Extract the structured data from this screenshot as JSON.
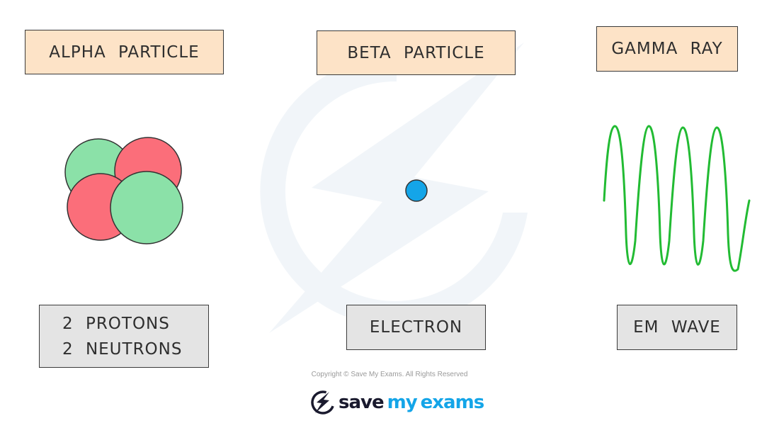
{
  "boxes": {
    "alpha_title": "ALPHA PARTICLE",
    "beta_title": "BETA PARTICLE",
    "gamma_title": "GAMMA RAY",
    "alpha_desc": [
      "2 PROTONS",
      "2 NEUTRONS"
    ],
    "beta_desc": "ELECTRON",
    "gamma_desc": "EM WAVE"
  },
  "footer": {
    "copyright": "Copyright © Save My Exams. All Rights Reserved",
    "brand": [
      "save",
      "my",
      "exams"
    ]
  },
  "colors": {
    "title_fill": "#fde3c7",
    "label_fill": "#e4e4e4",
    "proton": "#fb6e7a",
    "neutron": "#8be1a8",
    "electron": "#14a5e8",
    "wave": "#22bb33",
    "brand_dark": "#1a1a2e",
    "brand_blue": "#14a5e8"
  },
  "icons": {
    "watermark": "lightning-bolt-icon",
    "brand": "lightning-bolt-icon"
  }
}
